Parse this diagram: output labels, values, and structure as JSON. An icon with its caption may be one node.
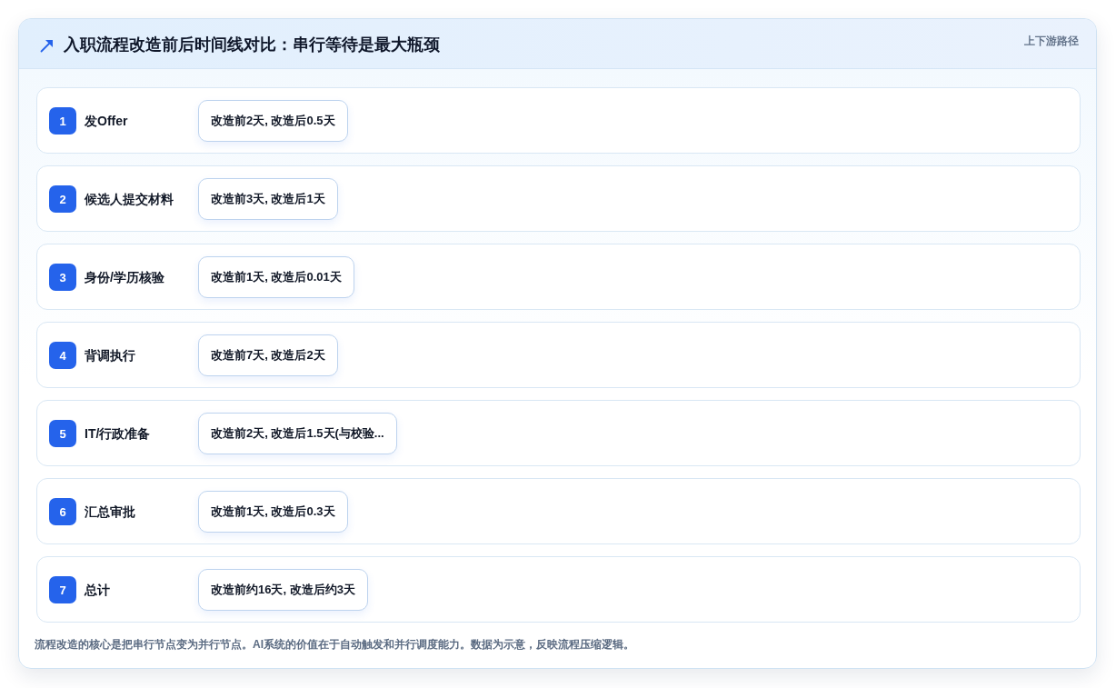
{
  "diagram": {
    "title": "入职流程改造前后时间线对比：串行等待是最大瓶颈",
    "caption": "流程改造的核心是把串行节点变为并行节点。AI系统的价值在于自动触发和并行调度能力。数据为示意，反映流程压缩逻辑。",
    "nodes": [
      {
        "text": [
          "发Offer"
        ]
      },
      {
        "text": [
          "1"
        ],
        "in": 0
      },
      {
        "text": [
          "改造前2天, 改造后0.5天"
        ],
        "in": 0
      },
      {
        "text": [
          "候选人提交材料"
        ]
      },
      {
        "text": [
          "2"
        ],
        "in": 3
      },
      {
        "text": [
          "改造前3天, 改造后1天"
        ],
        "in": 3
      },
      {
        "text": [
          "身份/学历核验"
        ]
      },
      {
        "text": [
          "3"
        ],
        "in": 6
      },
      {
        "text": [
          "改造前1天, 改造后0.01天"
        ],
        "in": 6
      },
      {
        "text": [
          "背调执行"
        ]
      },
      {
        "text": [
          "4"
        ],
        "in": 9
      },
      {
        "text": [
          "改造前7天, 改造后2天"
        ],
        "in": 9
      },
      {
        "text": [
          "IT/行政准备"
        ]
      },
      {
        "text": [
          "5"
        ],
        "in": 12
      },
      {
        "text": [
          "改造前2天, 改造后1.5天(与校验..."
        ],
        "in": 12
      },
      {
        "text": [
          "汇总审批"
        ]
      },
      {
        "text": [
          "6"
        ],
        "in": 15
      },
      {
        "text": [
          "改造前1天, 改造后0.3天"
        ],
        "in": 15
      },
      {
        "text": [
          "总计"
        ]
      },
      {
        "text": [
          "7"
        ],
        "in": 18
      },
      {
        "text": [
          "改造前约16天, 改造后约3天"
        ],
        "in": 18
      }
    ],
    "labels": [
      "上下游路径"
    ]
  }
}
